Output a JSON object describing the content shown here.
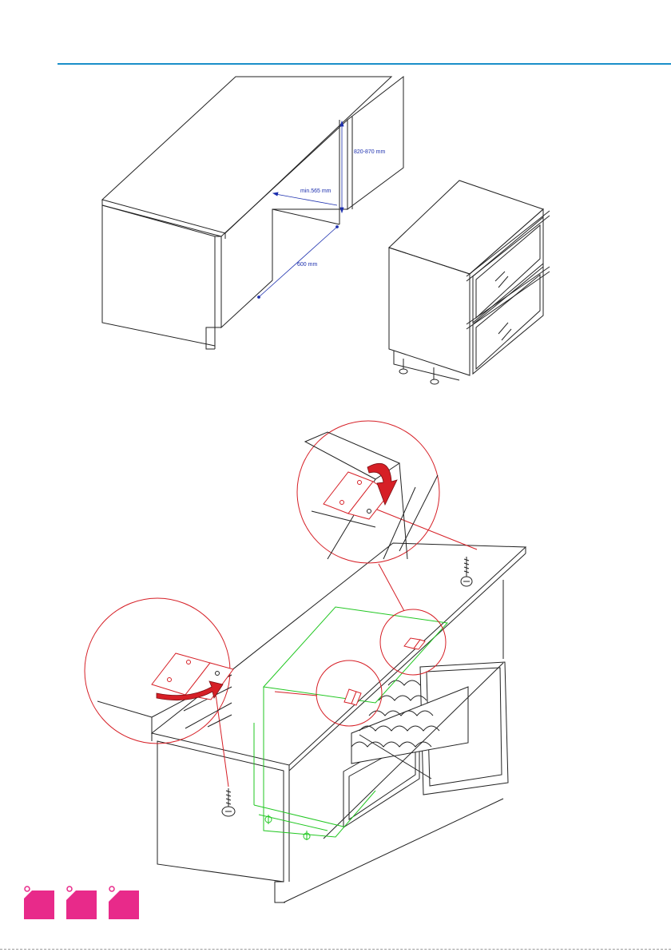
{
  "dimensions": {
    "height": "820-870 mm",
    "depth": "min.565 mm",
    "width": "600 mm"
  },
  "colors": {
    "rule": "#1a8fc9",
    "dimension": "#1c2fae",
    "highlight": "#d61f26",
    "outline": "#22c722",
    "badge": "#e82a8a"
  },
  "badges": [
    "badge-icon",
    "badge-icon",
    "badge-icon"
  ]
}
